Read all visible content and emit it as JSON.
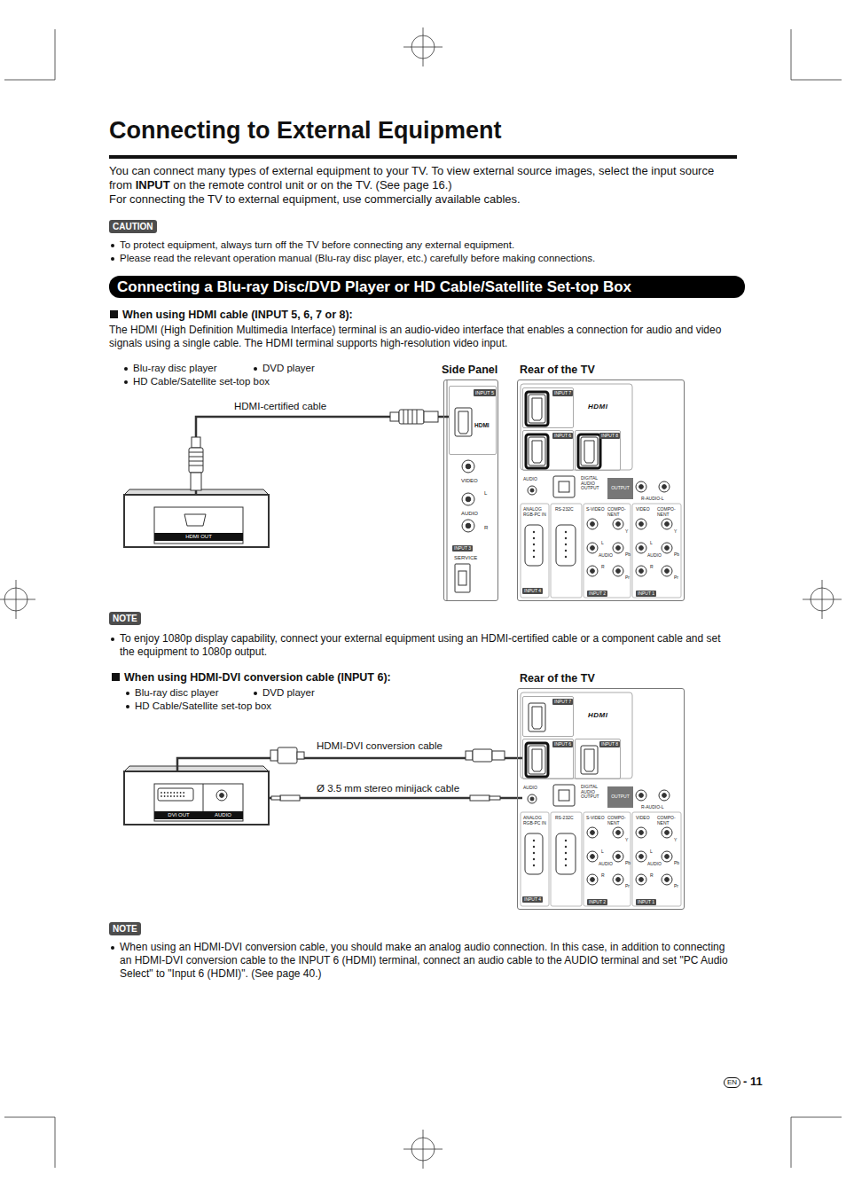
{
  "diagram": {
    "title": "Connecting to External Equipment",
    "nodes": [
      {
        "text": [
          "CAUTION"
        ]
      },
      {
        "text": [
          "Connecting a Blu-ray Disc/DVD Player or HD Cable/Satellite Set-top Box"
        ]
      },
      {
        "text": [
          "Side Panel",
          "VIDEO",
          "L",
          "AUDIO",
          "R",
          "INPUT 3",
          "SERVICE"
        ]
      },
      {
        "text": [
          "INPUT 5",
          "HDMI"
        ],
        "in": 2
      },
      {
        "text": [
          "Rear of the TV",
          "HDMI",
          "DIGITAL AUDIO OUTPUT",
          "OUTPUT",
          "R-AUDIO-L",
          "ANALOG RGB-PC IN",
          "RS-232C",
          "S-VIDEO",
          "COMPO- NENT",
          "VIDEO",
          "COMPO- NENT",
          "Y",
          "L",
          "AUDIO",
          "R",
          "Pb",
          "Pr",
          "Y",
          "L",
          "AUDIO",
          "R",
          "Pb",
          "Pr",
          "INPUT 4",
          "INPUT 2",
          "INPUT 1"
        ]
      },
      {
        "text": [
          "INPUT 7"
        ],
        "in": 4
      },
      {
        "text": [
          "INPUT 6"
        ],
        "in": 4
      },
      {
        "text": [
          "INPUT 8"
        ],
        "in": 4
      },
      {
        "text": [
          "AUDIO"
        ],
        "in": 4
      },
      {
        "text": [
          "HDMI OUT"
        ]
      },
      {
        "text": [
          "NOTE"
        ]
      },
      {
        "text": [
          "Rear of the TV",
          "HDMI",
          "DIGITAL AUDIO OUTPUT",
          "OUTPUT",
          "R-AUDIO-L",
          "ANALOG RGB-PC IN",
          "RS-232C",
          "S-VIDEO",
          "COMPO- NENT",
          "VIDEO",
          "COMPO- NENT",
          "Y",
          "L",
          "AUDIO",
          "R",
          "Pb",
          "Pr",
          "Y",
          "L",
          "AUDIO",
          "R",
          "Pb",
          "Pr",
          "INPUT 4",
          "INPUT 2",
          "INPUT 1"
        ]
      },
      {
        "text": [
          "INPUT 7"
        ],
        "in": 11
      },
      {
        "text": [
          "INPUT 6"
        ],
        "in": 11
      },
      {
        "text": [
          "INPUT 8"
        ],
        "in": 11
      },
      {
        "text": [
          "AUDIO"
        ],
        "in": 11
      },
      {
        "text": [
          "DVI OUT",
          "AUDIO"
        ]
      },
      {
        "text": [
          "NOTE"
        ]
      }
    ],
    "edges": [
      {
        "from": 9,
        "to": 3,
        "arrow": "none",
        "label": "HDMI-certified cable"
      },
      {
        "from": 16,
        "to": 13,
        "arrow": "none",
        "label": "HDMI-DVI conversion cable"
      },
      {
        "from": 16,
        "to": 15,
        "arrow": "none",
        "label": "Ø 3.5 mm stereo minijack cable"
      }
    ],
    "labels": [
      "You can connect many types of external equipment to your TV. To view external source images, select the input source from",
      "INPUT",
      "on the remote control unit or on the TV. (See page 16.)",
      "For connecting the TV to external equipment, use commercially available cables.",
      "To protect equipment, always turn off the TV before connecting any external equipment.",
      "Please read the relevant operation manual (Blu-ray disc player, etc.) carefully before making connections.",
      "When using HDMI cable (INPUT 5, 6, 7 or 8):",
      "The HDMI (High Definition Multimedia Interface) terminal is an audio-video interface that enables a connection for audio and video signals using a single cable. The HDMI terminal supports high-resolution video input.",
      "Blu-ray disc player",
      "DVD player",
      "HD Cable/Satellite set-top box",
      "To enjoy 1080p display capability, connect your external equipment using an HDMI-certified cable or a component cable and set the equipment to 1080p output.",
      "When using HDMI-DVI conversion cable (INPUT 6):",
      "Blu-ray disc player",
      "DVD player",
      "HD Cable/Satellite set-top box",
      "When using an HDMI-DVI conversion cable, you should make an analog audio connection. In this case, in addition to connecting an HDMI-DVI conversion cable to the INPUT 6 (HDMI) terminal, connect an audio cable to the AUDIO terminal and set \"PC Audio Select\" to \"Input 6 (HDMI)\". (See page 40.)",
      "EN",
      "- 11"
    ]
  }
}
